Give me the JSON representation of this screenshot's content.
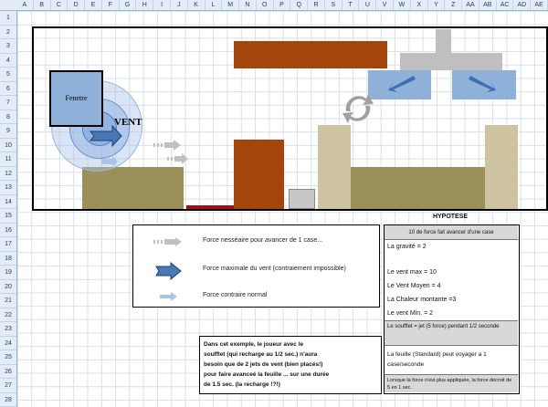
{
  "spreadsheet": {
    "columns": [
      "A",
      "B",
      "C",
      "D",
      "E",
      "F",
      "G",
      "H",
      "I",
      "J",
      "K",
      "L",
      "M",
      "N",
      "O",
      "P",
      "Q",
      "R",
      "S",
      "T",
      "U",
      "V",
      "W",
      "X",
      "Y",
      "Z",
      "AA",
      "AB",
      "AC",
      "AD",
      "AE"
    ],
    "rows": [
      "1",
      "2",
      "3",
      "4",
      "5",
      "6",
      "7",
      "8",
      "9",
      "10",
      "11",
      "12",
      "13",
      "14",
      "15",
      "16",
      "17",
      "18",
      "19",
      "20",
      "21",
      "22",
      "23",
      "24",
      "25",
      "26",
      "27",
      "28"
    ]
  },
  "game": {
    "window_label": "Fenetre",
    "wind_label": "VENT"
  },
  "legend": {
    "items": [
      {
        "icon": "dotted-arrow-icon",
        "text": "Force nesséaire pour avancer de 1 case..."
      },
      {
        "icon": "outline-arrow-icon",
        "text": "Force maximale du vent (contraiement impossible)"
      },
      {
        "icon": "light-arrow-icon",
        "text": "Force contraire normal"
      }
    ]
  },
  "hypothesis": {
    "title": "HYPOTESE",
    "rows": [
      "10 de force fait avancer d'une case",
      "La gravité = 2",
      "Le vent max = 10",
      "Le Vent Moyen = 4",
      "La Chaleur montante =3",
      "Le vent Min. = 2",
      "Le soufflet = jet (5 force) pendant 1/2 seconde",
      "La feuille (Standard) peut voyager a 1 case/seconde",
      "Lorsque la force n'est plus appliquée, la force décroit de 5 en 1 sec."
    ]
  },
  "note": {
    "lines": [
      "Dans cet exemple, le joueur avec le",
      "soufflet (qui recharge au 1/2 sec.) n'aura",
      "besoin que de 2 jets de vent (bien placés!)",
      "pour faire avanceé la feuille ... sur une durée",
      "de 1.5 sec. (la recharge !?!)"
    ]
  },
  "colors": {
    "platform_olive": "#9b8f5a",
    "brown": "#a4460c",
    "fan_blue": "#8fb0d8",
    "fan_gray": "#bfbfbf",
    "tan": "#cdc3a1",
    "hyp_gray": "#d8d8d8"
  }
}
